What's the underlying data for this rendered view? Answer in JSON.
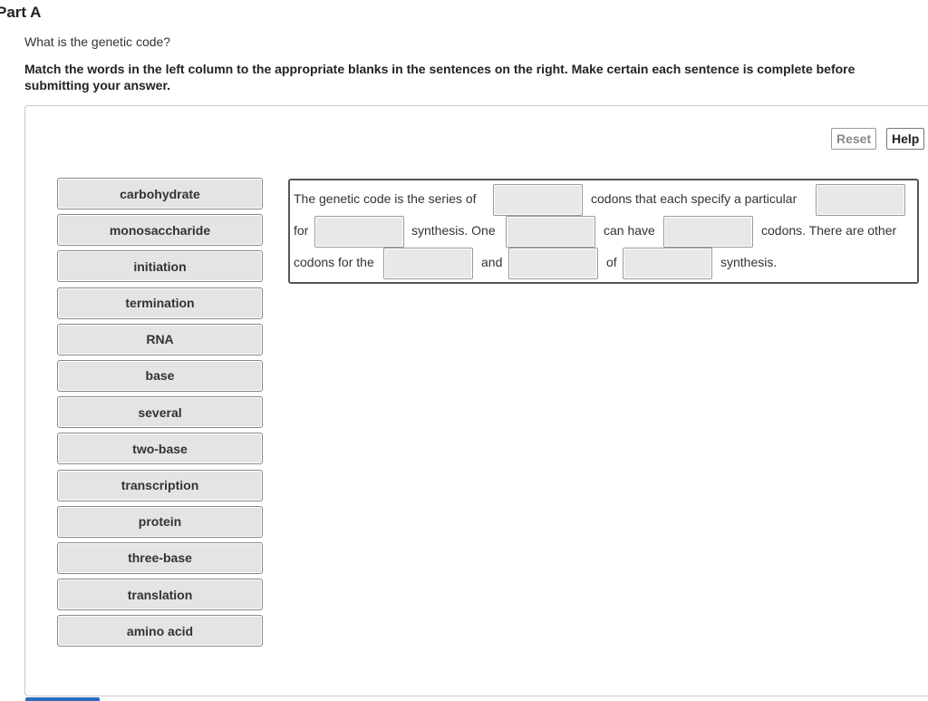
{
  "part_title": "Part A",
  "question": "What is the genetic code?",
  "instructions": "Match the words in the left column to the appropriate blanks in the sentences on the right. Make certain each sentence is complete before submitting your answer.",
  "toolbar": {
    "reset_label": "Reset",
    "help_label": "Help"
  },
  "word_bank": [
    "carbohydrate",
    "monosaccharide",
    "initiation",
    "termination",
    "RNA",
    "base",
    "several",
    "two-base",
    "transcription",
    "protein",
    "three-base",
    "translation",
    "amino acid"
  ],
  "sentence": {
    "t1": "The genetic code is the series of",
    "t2": "codons that each specify a particular",
    "t3": "for",
    "t4": "synthesis. One",
    "t5": "can have",
    "t6": "codons. There are other",
    "t7": "codons for the",
    "t8": "and",
    "t9": "of",
    "t10": "synthesis."
  }
}
